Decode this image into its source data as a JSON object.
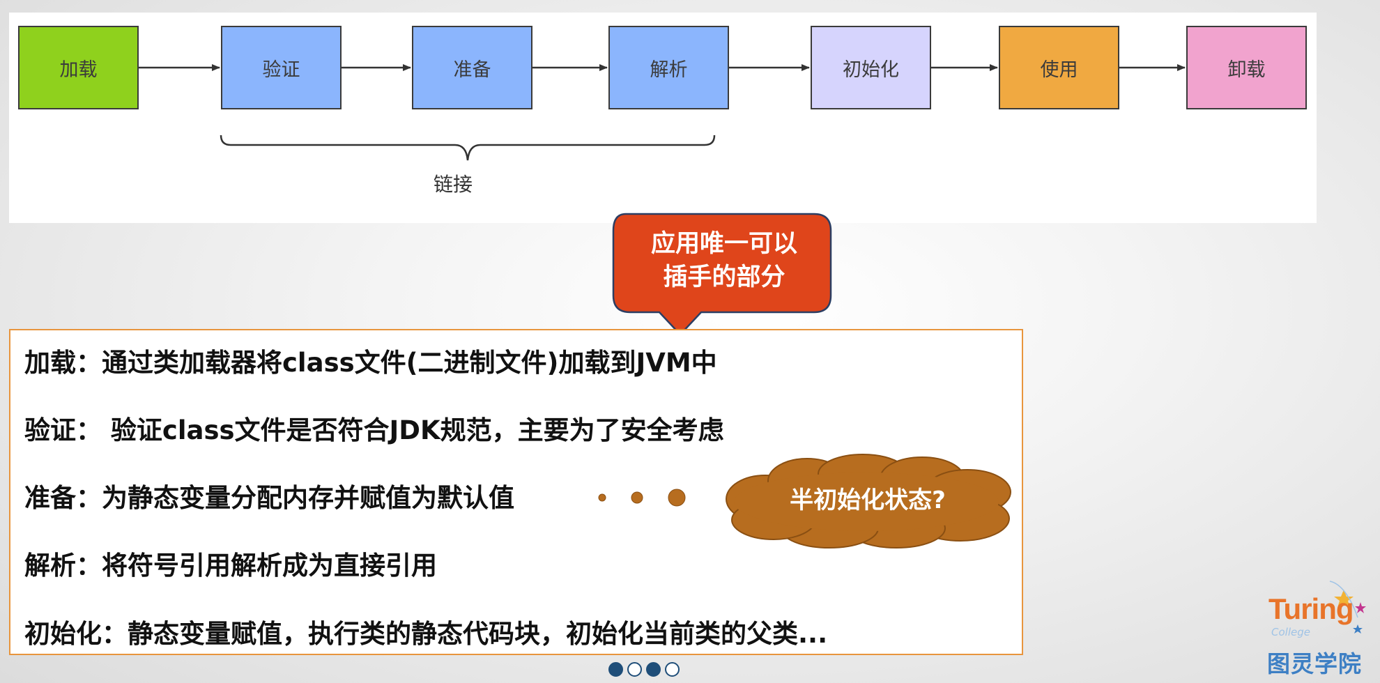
{
  "flow": {
    "stages": [
      {
        "label": "加载",
        "color": "#8fd11d"
      },
      {
        "label": "验证",
        "color": "#8bb5fd"
      },
      {
        "label": "准备",
        "color": "#8bb5fd"
      },
      {
        "label": "解析",
        "color": "#8bb5fd"
      },
      {
        "label": "初始化",
        "color": "#d6d4fd"
      },
      {
        "label": "使用",
        "color": "#f0a941"
      },
      {
        "label": "卸载",
        "color": "#f1a3ce"
      }
    ],
    "brace_label": "链接"
  },
  "callout": {
    "text": "应用唯一可以\n插手的部分",
    "color": "#df451b"
  },
  "descriptions": [
    {
      "text": "加载：通过类加载器将class文件(二进制文件)加载到JVM中"
    },
    {
      "text": "验证： 验证class文件是否符合JDK规范，主要为了安全考虑"
    },
    {
      "text": "准备：为静态变量分配内存并赋值为默认值"
    },
    {
      "text": "解析：将符号引用解析成为直接引用"
    },
    {
      "text": "初始化：静态变量赋值，执行类的静态代码块，初始化当前类的父类..."
    }
  ],
  "thought": {
    "text": "半初始化状态?",
    "color": "#b76d1f"
  },
  "pager": {
    "count": 4,
    "active": [
      0,
      2
    ]
  },
  "logo": {
    "word": "Turing",
    "sub": "College",
    "cn": "图灵学院"
  }
}
